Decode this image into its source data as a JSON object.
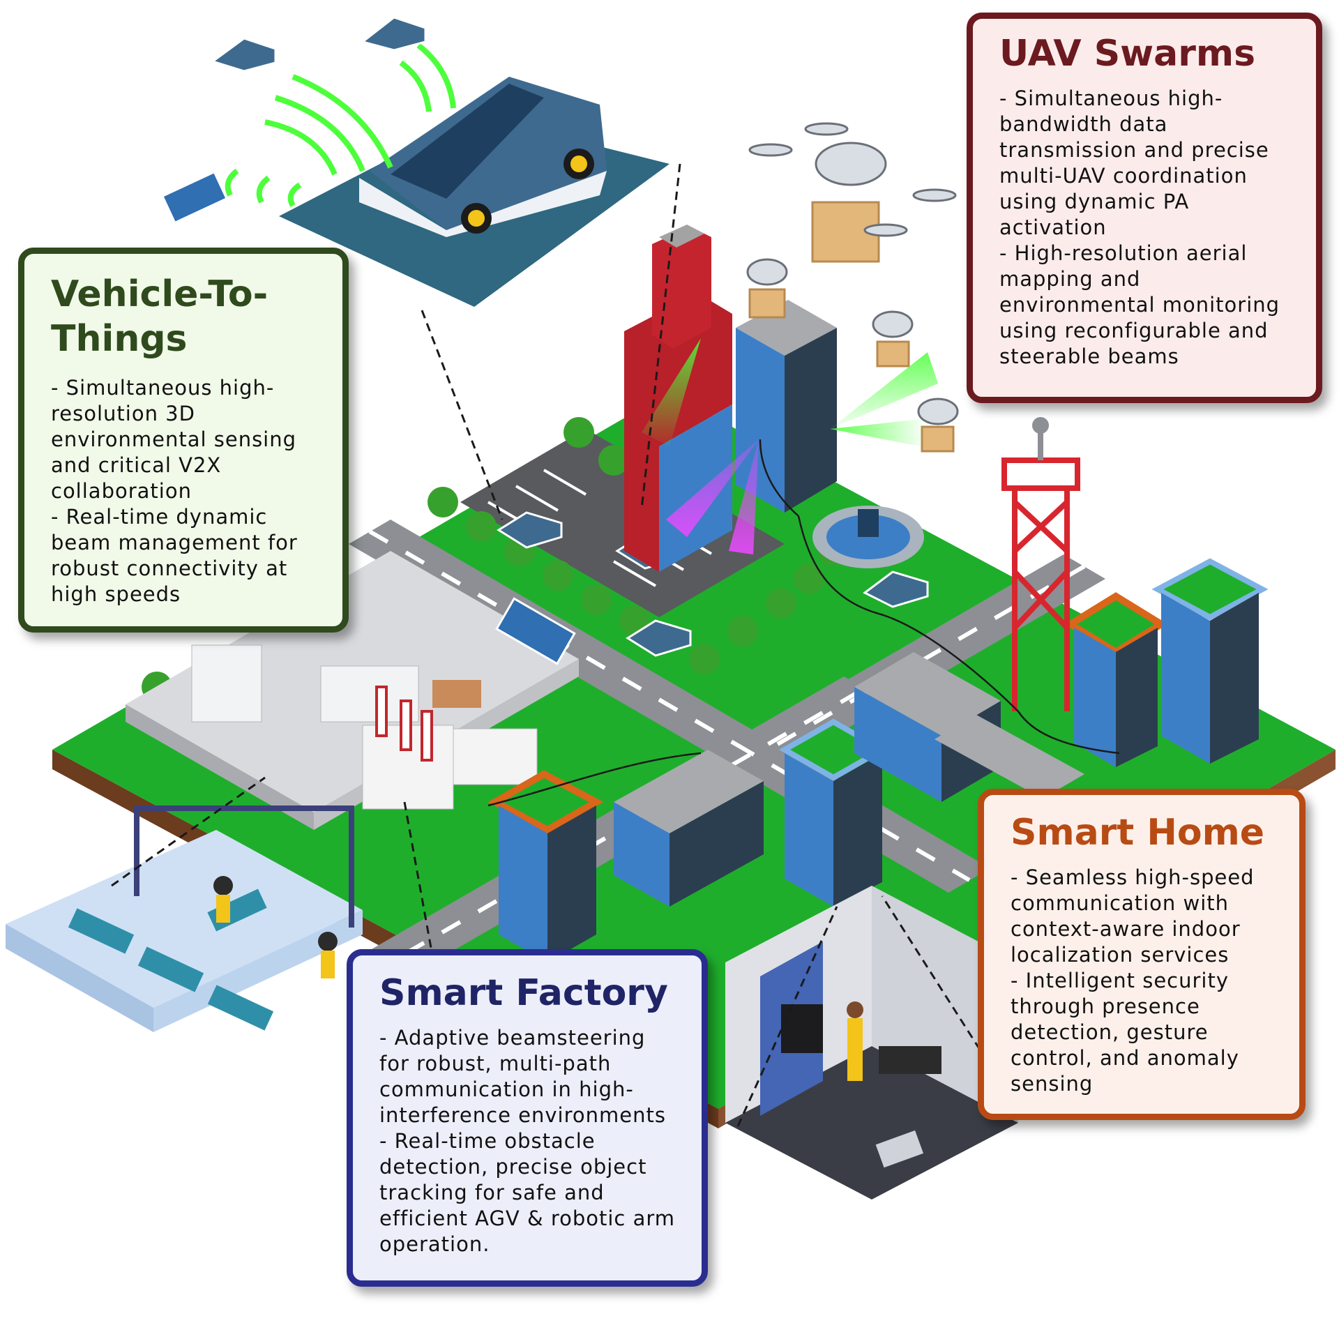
{
  "cards": {
    "v2x": {
      "title_line1": "Vehicle-To-",
      "title_line2": "Things",
      "lines": [
        "- Simultaneous high-",
        "resolution 3D",
        "environmental sensing",
        "and critical V2X",
        "collaboration",
        "- Real-time dynamic",
        "beam management for",
        "robust connectivity at",
        "high speeds"
      ]
    },
    "uav": {
      "title": "UAV Swarms",
      "lines": [
        "- Simultaneous high-",
        "bandwidth data",
        "transmission and precise",
        "multi-UAV coordination",
        "using dynamic PA",
        "activation",
        "- High-resolution aerial",
        "mapping and",
        "environmental monitoring",
        "using reconfigurable and",
        "steerable beams"
      ]
    },
    "home": {
      "title": "Smart Home",
      "lines": [
        "- Seamless high-speed",
        "communication with",
        "context-aware indoor",
        "localization services",
        "- Intelligent security",
        "through presence",
        "detection, gesture",
        "control, and anomaly",
        "sensing"
      ]
    },
    "factory": {
      "title": "Smart Factory",
      "lines": [
        "- Adaptive beamsteering",
        "for robust, multi-path",
        "communication in high-",
        "interference environments",
        "- Real-time obstacle",
        "detection, precise object",
        "tracking for safe and",
        "efficient AGV & robotic arm",
        "operation."
      ]
    }
  },
  "colors": {
    "grass": "#1fae2c",
    "road": "#8d8f94",
    "beam_green": "#4cff3a",
    "beam_magenta": "#e84bff",
    "v2x": "#2f4a1d",
    "uav": "#6b1a1f",
    "home": "#b84b14",
    "factory": "#2a2d8f"
  }
}
